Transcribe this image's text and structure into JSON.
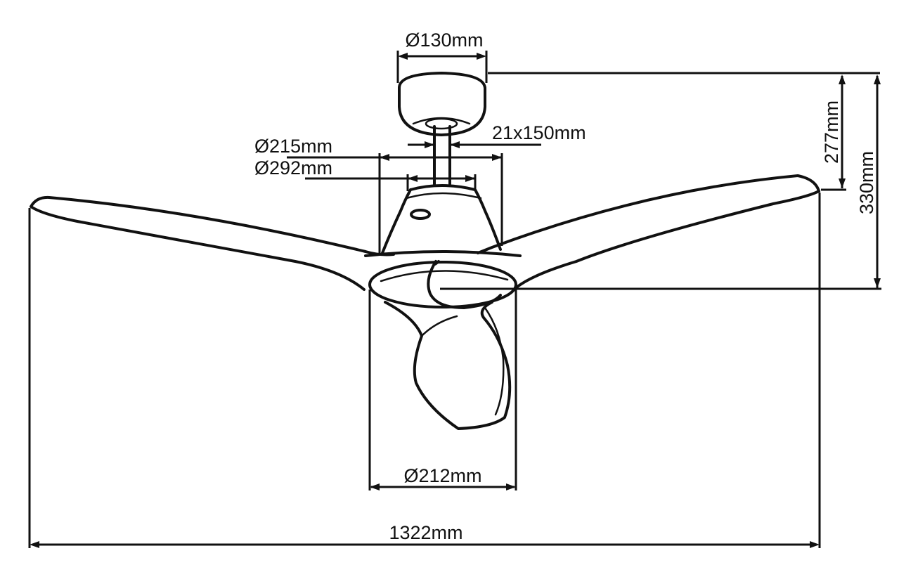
{
  "diagram": {
    "colors": {
      "line": "#111111",
      "background": "#ffffff"
    },
    "dimensions": {
      "canopy_diameter": "Ø130mm",
      "downrod_size": "21x150mm",
      "hub_top_diameter": "Ø215mm",
      "hub_diameter": "Ø292mm",
      "drop_to_blade": "277mm",
      "total_height": "330mm",
      "light_diameter": "Ø212mm",
      "blade_span": "1322mm"
    }
  }
}
